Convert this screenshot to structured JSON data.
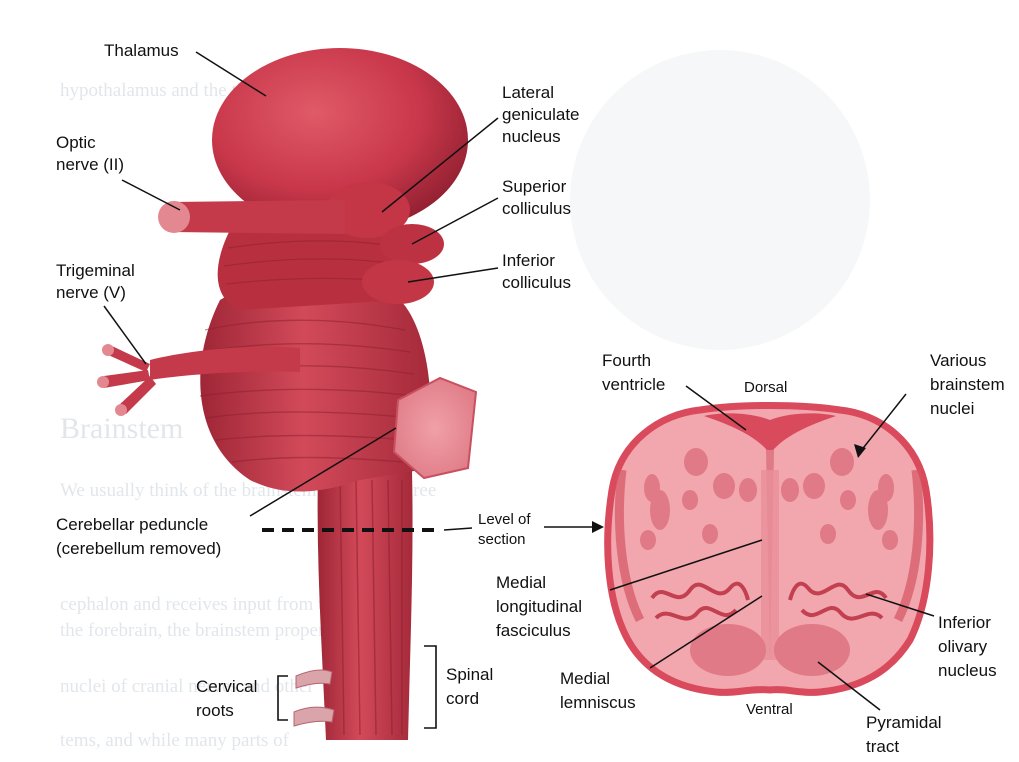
{
  "labels": {
    "thalamus": "Thalamus",
    "optic_nerve": [
      "Optic",
      "nerve (II)"
    ],
    "trigeminal_nerve": [
      "Trigeminal",
      "nerve (V)"
    ],
    "lateral_geniculate": [
      "Lateral",
      "geniculate",
      "nucleus"
    ],
    "superior_colliculus": [
      "Superior",
      "colliculus"
    ],
    "inferior_colliculus": [
      "Inferior",
      "colliculus"
    ],
    "cerebellar_peduncle": [
      "Cerebellar peduncle",
      "(cerebellum removed)"
    ],
    "level_of_section": [
      "Level of",
      "section"
    ],
    "cervical_roots": [
      "Cervical",
      "roots"
    ],
    "spinal_cord": [
      "Spinal",
      "cord"
    ],
    "fourth_ventricle": [
      "Fourth",
      "ventricle"
    ],
    "dorsal": "Dorsal",
    "various_brainstem_nuclei": [
      "Various",
      "brainstem",
      "nuclei"
    ],
    "medial_longitudinal_fasciculus": [
      "Medial",
      "longitudinal",
      "fasciculus"
    ],
    "medial_lemniscus": [
      "Medial",
      "lemniscus"
    ],
    "inferior_olivary_nucleus": [
      "Inferior",
      "olivary",
      "nucleus"
    ],
    "ventral": "Ventral",
    "pyramidal_tract": [
      "Pyramidal",
      "tract"
    ]
  },
  "background_text": {
    "heading": "Brainstem",
    "lines": [
      "We usually think of the brainstem as having three",
      "hypothalamus and the thalamus; the output of the",
      "cephalon and receives input from the",
      "the forebrain, the brainstem proper",
      "nuclei of cranial nerves and other",
      "tems, and while many parts of"
    ]
  },
  "colors": {
    "tissue": "#c8374a",
    "tissue_dark": "#8e1f30",
    "tissue_light": "#e0707c",
    "section_fill": "#f2a6ae",
    "section_edge": "#d94a5c",
    "nuclei": "#e07a86"
  }
}
